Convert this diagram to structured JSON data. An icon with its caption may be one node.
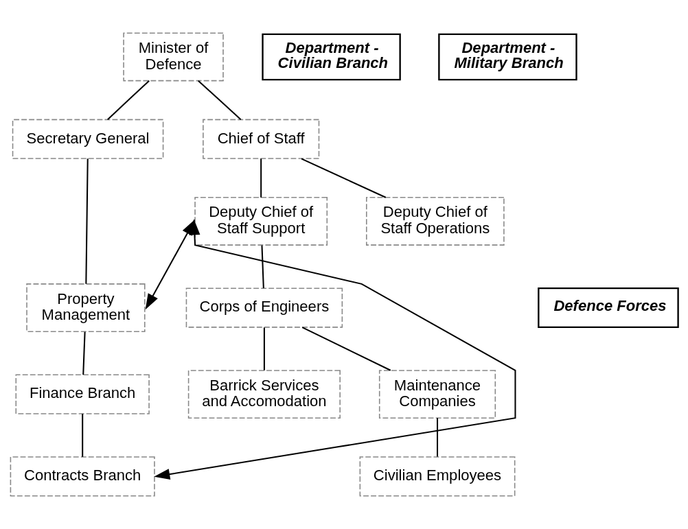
{
  "diagram": {
    "nodes": [
      {
        "text": [
          "Minister of Defence"
        ]
      },
      {
        "text": [
          "Department - Civilian Branch"
        ]
      },
      {
        "text": [
          "Department - Military Branch"
        ]
      },
      {
        "text": [
          "Secretary General"
        ]
      },
      {
        "text": [
          "Chief of Staff"
        ]
      },
      {
        "text": [
          "Deputy Chief of Staff Support"
        ]
      },
      {
        "text": [
          "Deputy Chief of Staff Operations"
        ]
      },
      {
        "text": [
          "Property Management"
        ]
      },
      {
        "text": [
          "Defence Forces"
        ]
      },
      {
        "text": [
          "Corps of Engineers"
        ]
      },
      {
        "text": [
          "Finance Branch"
        ]
      },
      {
        "text": [
          "Barrick Services and Accomodation"
        ]
      },
      {
        "text": [
          "Maintenance Companies"
        ]
      },
      {
        "text": [
          "Contracts Branch"
        ]
      },
      {
        "text": [
          "Civilian Employees"
        ]
      }
    ],
    "edges": [
      {
        "from": 0,
        "to": 3,
        "arrow": "none"
      },
      {
        "from": 0,
        "to": 4,
        "arrow": "none"
      },
      {
        "from": 4,
        "to": 5,
        "arrow": "none"
      },
      {
        "from": 4,
        "to": 6,
        "arrow": "none"
      },
      {
        "from": 3,
        "to": 7,
        "arrow": "none"
      },
      {
        "from": 7,
        "to": 10,
        "arrow": "none"
      },
      {
        "from": 10,
        "to": 13,
        "arrow": "none"
      },
      {
        "from": 5,
        "to": 9,
        "arrow": "none"
      },
      {
        "from": 9,
        "to": 11,
        "arrow": "none"
      },
      {
        "from": 9,
        "to": 12,
        "arrow": "none"
      },
      {
        "from": 12,
        "to": 14,
        "arrow": "none"
      },
      {
        "from": 5,
        "to": 7,
        "arrow": "both"
      },
      {
        "from": 5,
        "to": 13,
        "arrow": "both"
      }
    ]
  }
}
